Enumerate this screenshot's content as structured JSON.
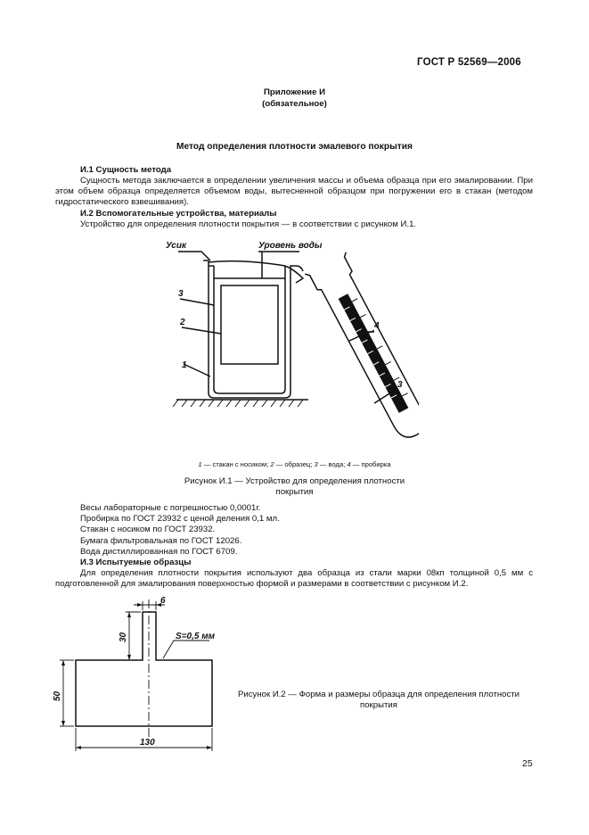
{
  "header": {
    "doc_code": "ГОСТ Р 52569—2006"
  },
  "appendix": {
    "title": "Приложение И",
    "status": "(обязательное)"
  },
  "main_title": "Метод определения плотности эмалевого покрытия",
  "s1": {
    "heading": "И.1 Сущность метода",
    "text": "Сущность метода заключается в определении увеличения массы и объема образца при его эмалировании. При этом объем образца определяется объемом воды, вытесненной образцом при погружении его в стакан (методом гидростатического взвешивания)."
  },
  "s2": {
    "heading": "И.2 Вспомогательные устройства, материалы",
    "text": "Устройство для определения плотности покрытия — в соответствии с рисунком И.1."
  },
  "fig1": {
    "labels": {
      "spout": "Усик",
      "water_level": "Уровень воды",
      "n1": "1",
      "n2": "2",
      "n3a": "3",
      "n3b": "3",
      "n4": "4"
    },
    "legend": [
      {
        "num": "1",
        "text": " — стакан с носиком; "
      },
      {
        "num": "2",
        "text": " — образец; "
      },
      {
        "num": "3",
        "text": " — вода; "
      },
      {
        "num": "4",
        "text": " — пробирка"
      }
    ],
    "caption_line1": "Рисунок И.1 — Устройство для определения плотности",
    "caption_line2": "покрытия"
  },
  "materials": [
    "Весы лабораторные с погрешностью 0,0001г.",
    "Пробирка по ГОСТ 23932 с ценой деления 0,1 мл.",
    "Стакан с носиком по ГОСТ 23932.",
    "Бумага фильтровальная по ГОСТ 12026.",
    "Вода дистиллированная по ГОСТ 6709."
  ],
  "s3": {
    "heading": "И.3 Испытуемые образцы",
    "text": "Для определения плотности покрытия используют два образца из стали марки 08кп толщиной 0,5 мм с подготовленной для эмалирования поверхностью формой и размерами в соответствии с рисунком И.2."
  },
  "fig2": {
    "dim_neck_width": "6",
    "dim_neck_height": "30",
    "dim_thickness": "S=0,5 мм",
    "dim_height": "50",
    "dim_width": "130",
    "caption_line1": "Рисунок И.2 — Форма и размеры образца для определения плотности",
    "caption_line2": "покрытия"
  },
  "page_number": "25"
}
